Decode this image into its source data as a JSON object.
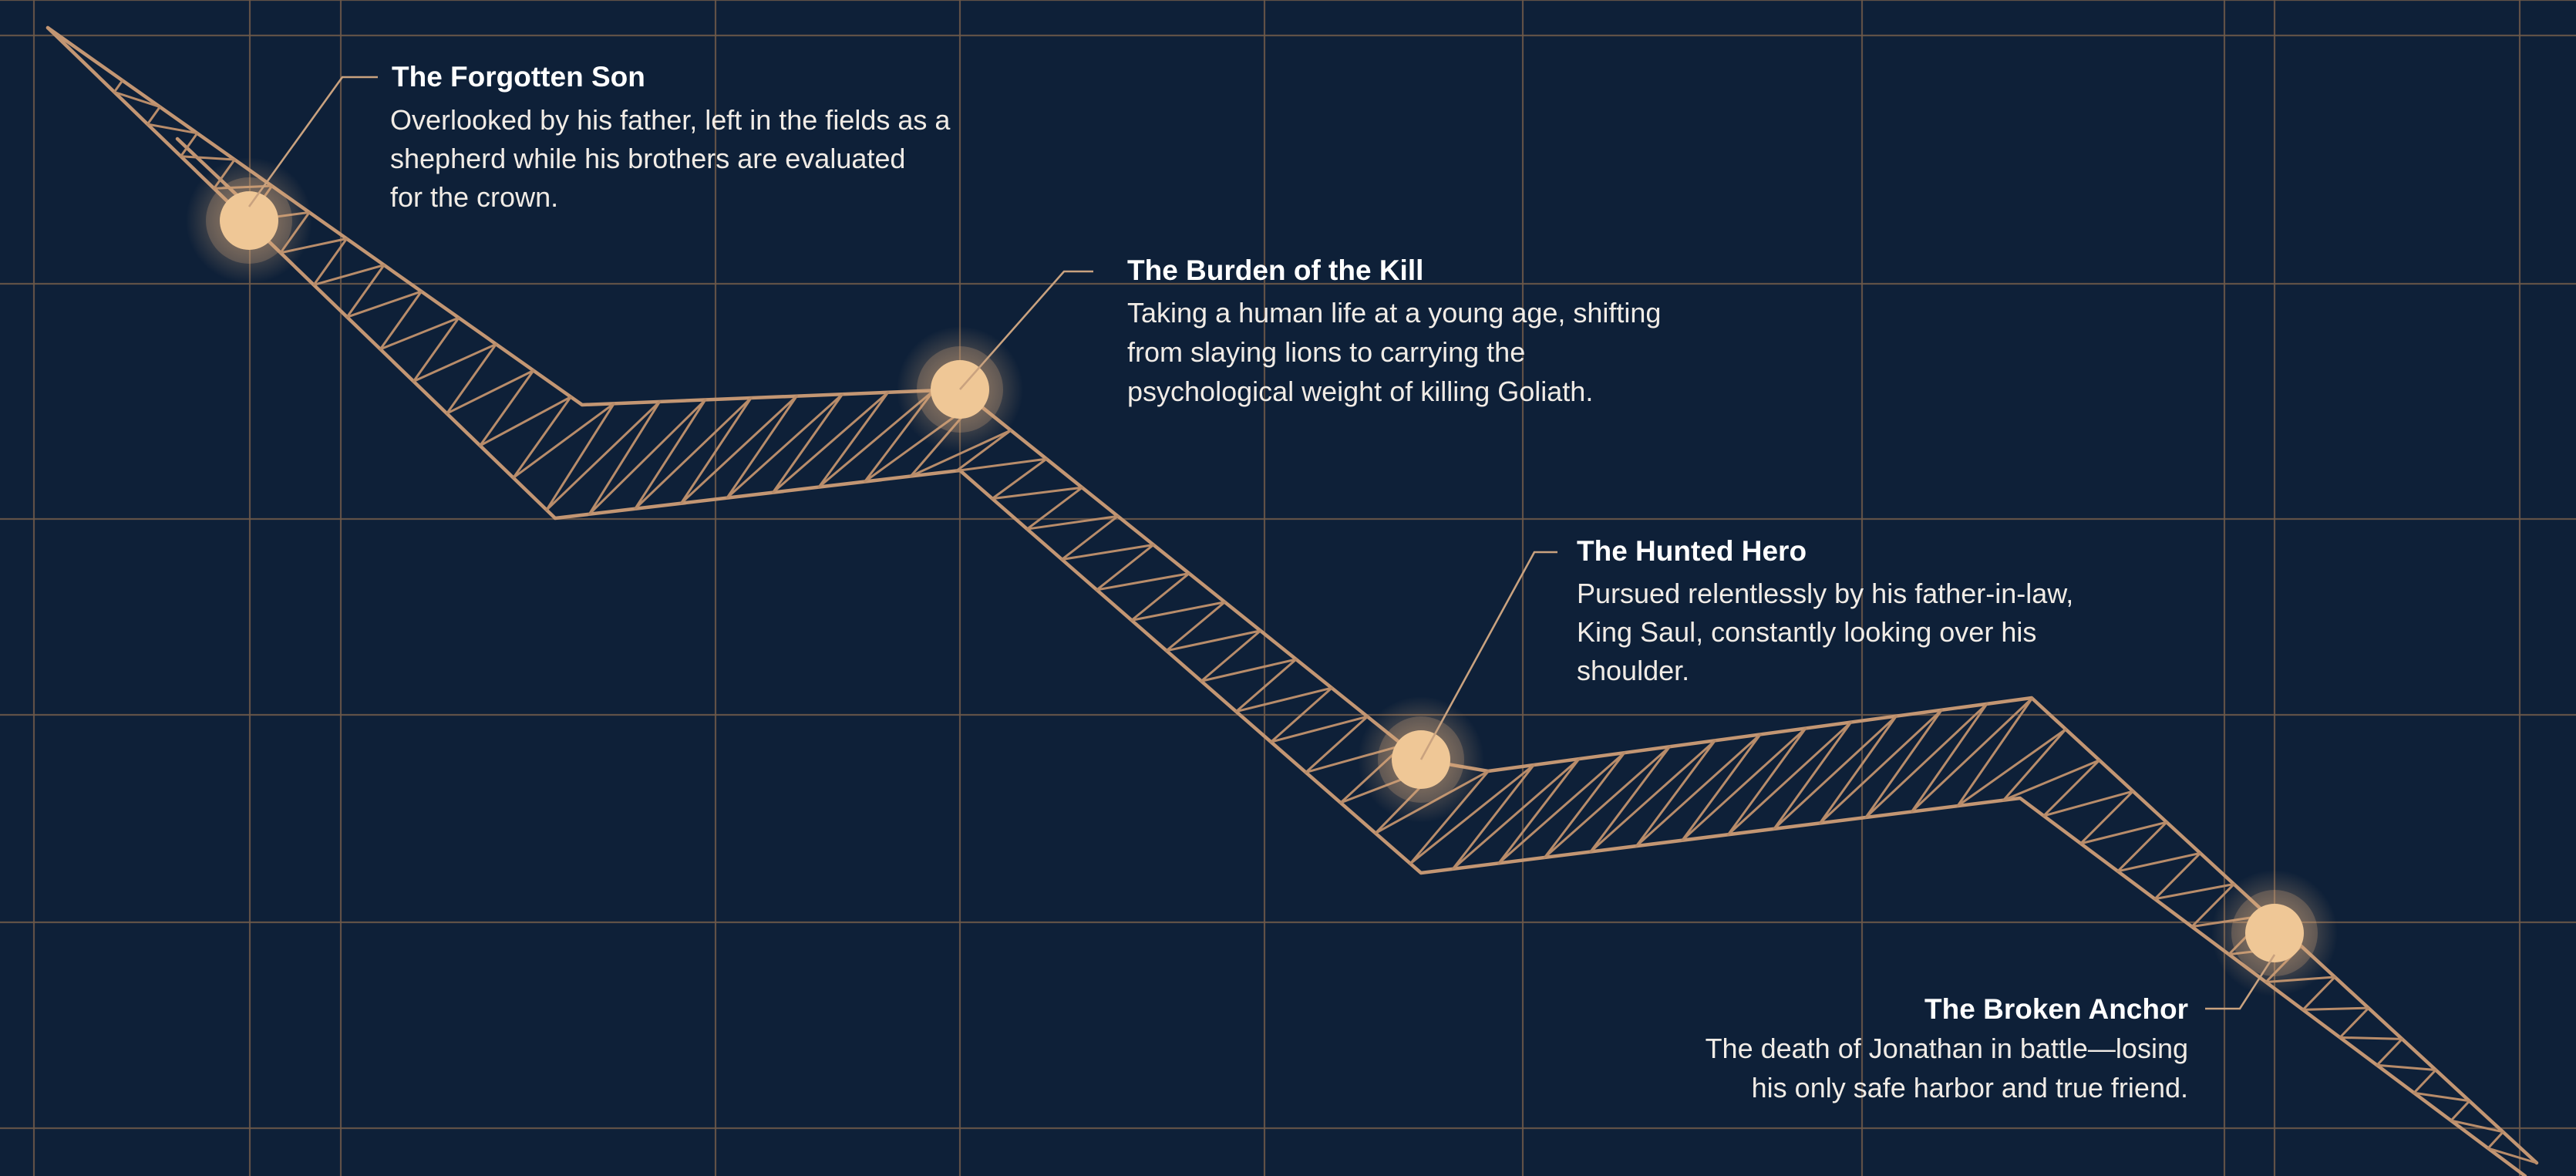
{
  "colors": {
    "background": "#0e2038",
    "grid": "#6f5a4a",
    "truss": "#c39673",
    "node_glow": "#e9c08f",
    "node_core": "#efc796",
    "text": "#ffffff"
  },
  "milestones": [
    {
      "title": "The Forgotten Son",
      "lines": [
        "Overlooked by his father, left in the fields as a",
        "shepherd while his brothers are evaluated",
        "for the crown."
      ]
    },
    {
      "title": "The Burden of the Kill",
      "lines": [
        "Taking a human life at a young age, shifting",
        "from slaying lions to carrying the",
        "psychological weight of killing Goliath."
      ]
    },
    {
      "title": "The Hunted Hero",
      "lines": [
        "Pursued relentlessly by his father-in-law,",
        "King Saul, constantly looking over his",
        "shoulder."
      ]
    },
    {
      "title": "The Broken Anchor",
      "lines": [
        "The death of Jonathan in battle—losing",
        "his only safe harbor and true friend."
      ]
    }
  ]
}
